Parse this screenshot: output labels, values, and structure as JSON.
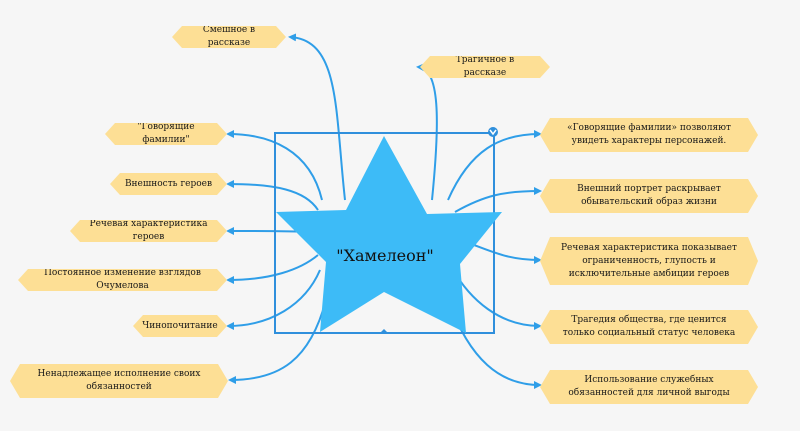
{
  "center": {
    "label": "\"Хамелеон\"",
    "star_color": "#3dbbf7"
  },
  "colors": {
    "node_fill": "#fddf95",
    "connector": "#2f9ee8",
    "selection": "#2f8fdc"
  },
  "top_nodes": {
    "funny": "Смешное в рассказе",
    "tragic": "Трагичное в рассказе"
  },
  "left_nodes": [
    "\"Говорящие фамилии\"",
    "Внешность героев",
    "Речевая характеристика героев",
    "Постоянное изменение взглядов Очумелова",
    "Чинопочитание",
    "Ненадлежащее исполнение своих обязанностей"
  ],
  "right_nodes": [
    "«Говорящие фамилии» позволяют увидеть характеры персонажей.",
    "Внешний портрет раскрывает обывательский образ жизни",
    "Речевая характеристика показывает ограниченность, глупость и исключительные амбиции героев",
    "Трагедия общества, где ценится только социальный статус человека",
    "Использование служебных обязанностей для личной выгоды"
  ]
}
